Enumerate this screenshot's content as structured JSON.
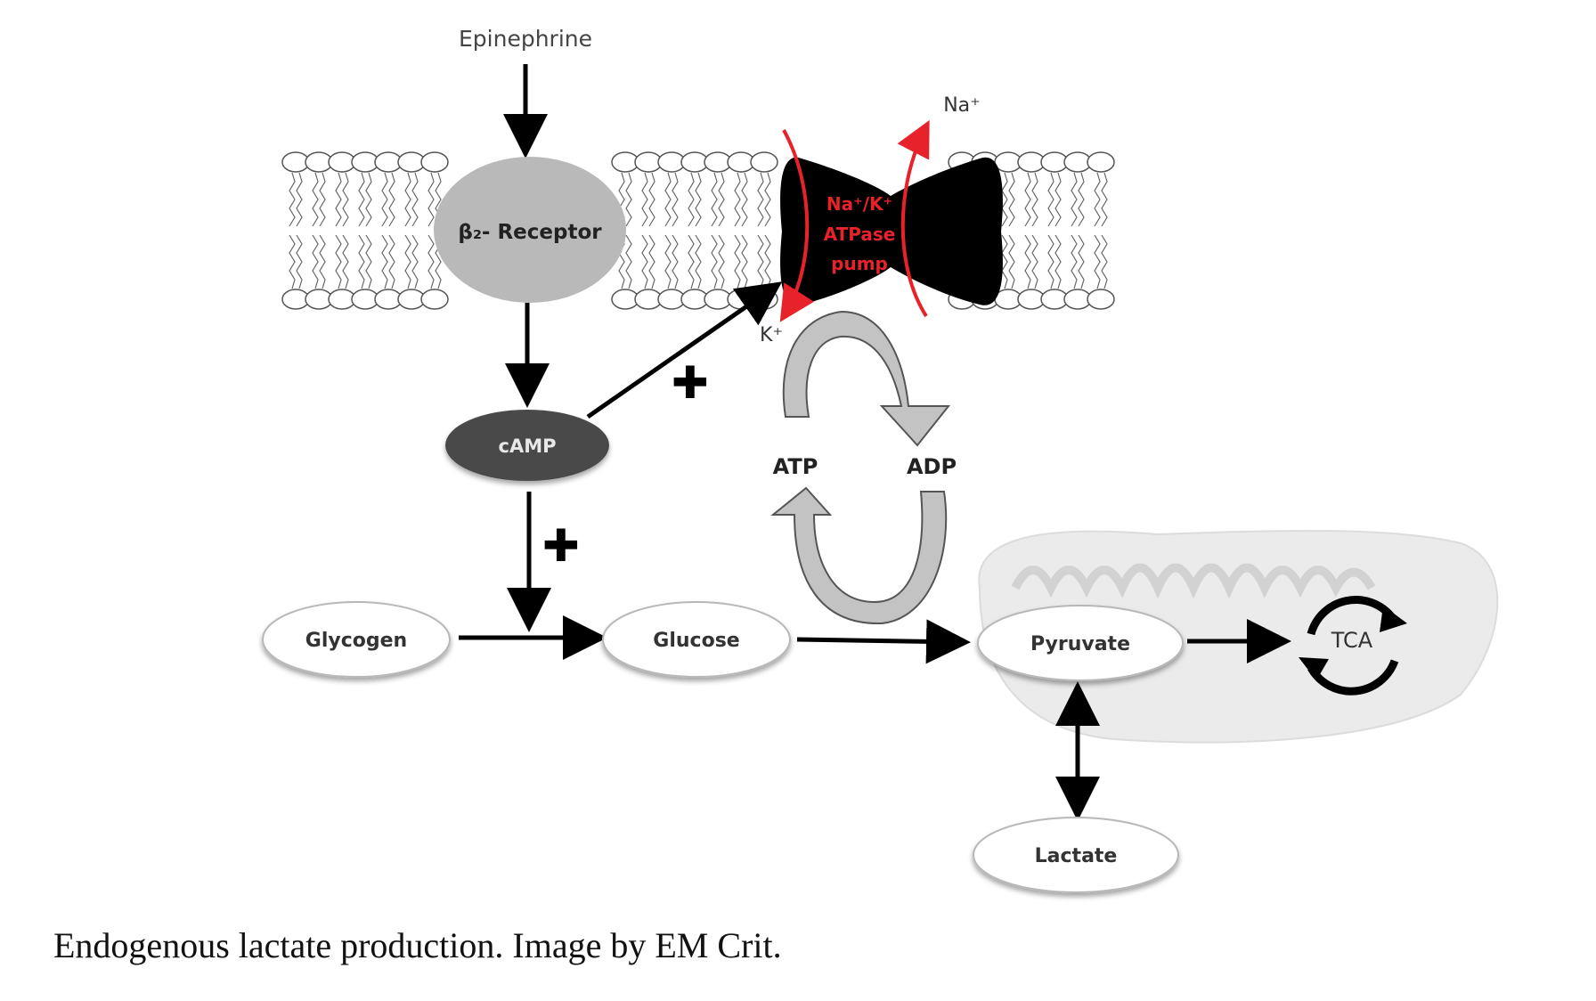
{
  "labels": {
    "epinephrine": "Epinephrine",
    "receptor": "β₂- Receptor",
    "camp": "cAMP",
    "pump_line1": "Na⁺/K⁺",
    "pump_line2": "ATPase",
    "pump_line3": "pump",
    "na_ion": "Na⁺",
    "k_ion": "K⁺",
    "atp": "ATP",
    "adp": "ADP",
    "glycogen": "Glycogen",
    "glucose": "Glucose",
    "pyruvate": "Pyruvate",
    "lactate": "Lactate",
    "tca": "TCA",
    "plus_symbol": "✚"
  },
  "caption": "Endogenous lactate production. Image by EM Crit.",
  "colors": {
    "receptor_fill": "#b9b9b9",
    "camp_fill": "#4a4a4a",
    "pump_fill": "#000000",
    "pump_accent": "#e8222b",
    "cycle_arrow_fill": "#c3c3c3",
    "mitochondrion_fill": "#ececec",
    "node_fill": "#ffffff"
  }
}
